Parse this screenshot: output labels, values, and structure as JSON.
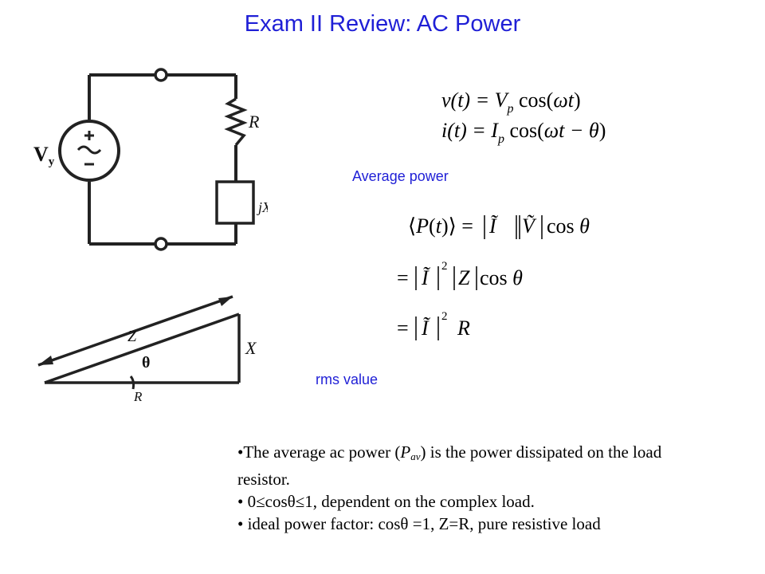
{
  "title": "Exam II Review: AC Power",
  "labels": {
    "average_power": "Average power",
    "rms_value": "rms value"
  },
  "circuit": {
    "source_label": "V",
    "source_subscript": "y",
    "resistor_label": "R",
    "reactance_label": "jX"
  },
  "impedance_triangle": {
    "hypotenuse_label": "Z",
    "angle_label": "θ",
    "base_label": "R",
    "height_label": "X"
  },
  "equations": {
    "voltage": "v(t) = V_p cos(ωt)",
    "current": "i(t) = I_p cos(ωt − θ)",
    "power_1": "⟨P(t)⟩ = |Ĩ||Ṽ| cos θ",
    "power_2": "= |Ĩ|² |Z| cos θ",
    "power_3": "= |Ĩ|² R"
  },
  "bullets": {
    "b1_pre": "•The average ac power (",
    "b1_sym": "P",
    "b1_sub": "av",
    "b1_post": ") is the power dissipated on the load resistor.",
    "b2": "• 0≤cosθ≤1, dependent on the complex load.",
    "b3": "• ideal power factor: cosθ =1, Z=R, pure resistive load"
  }
}
